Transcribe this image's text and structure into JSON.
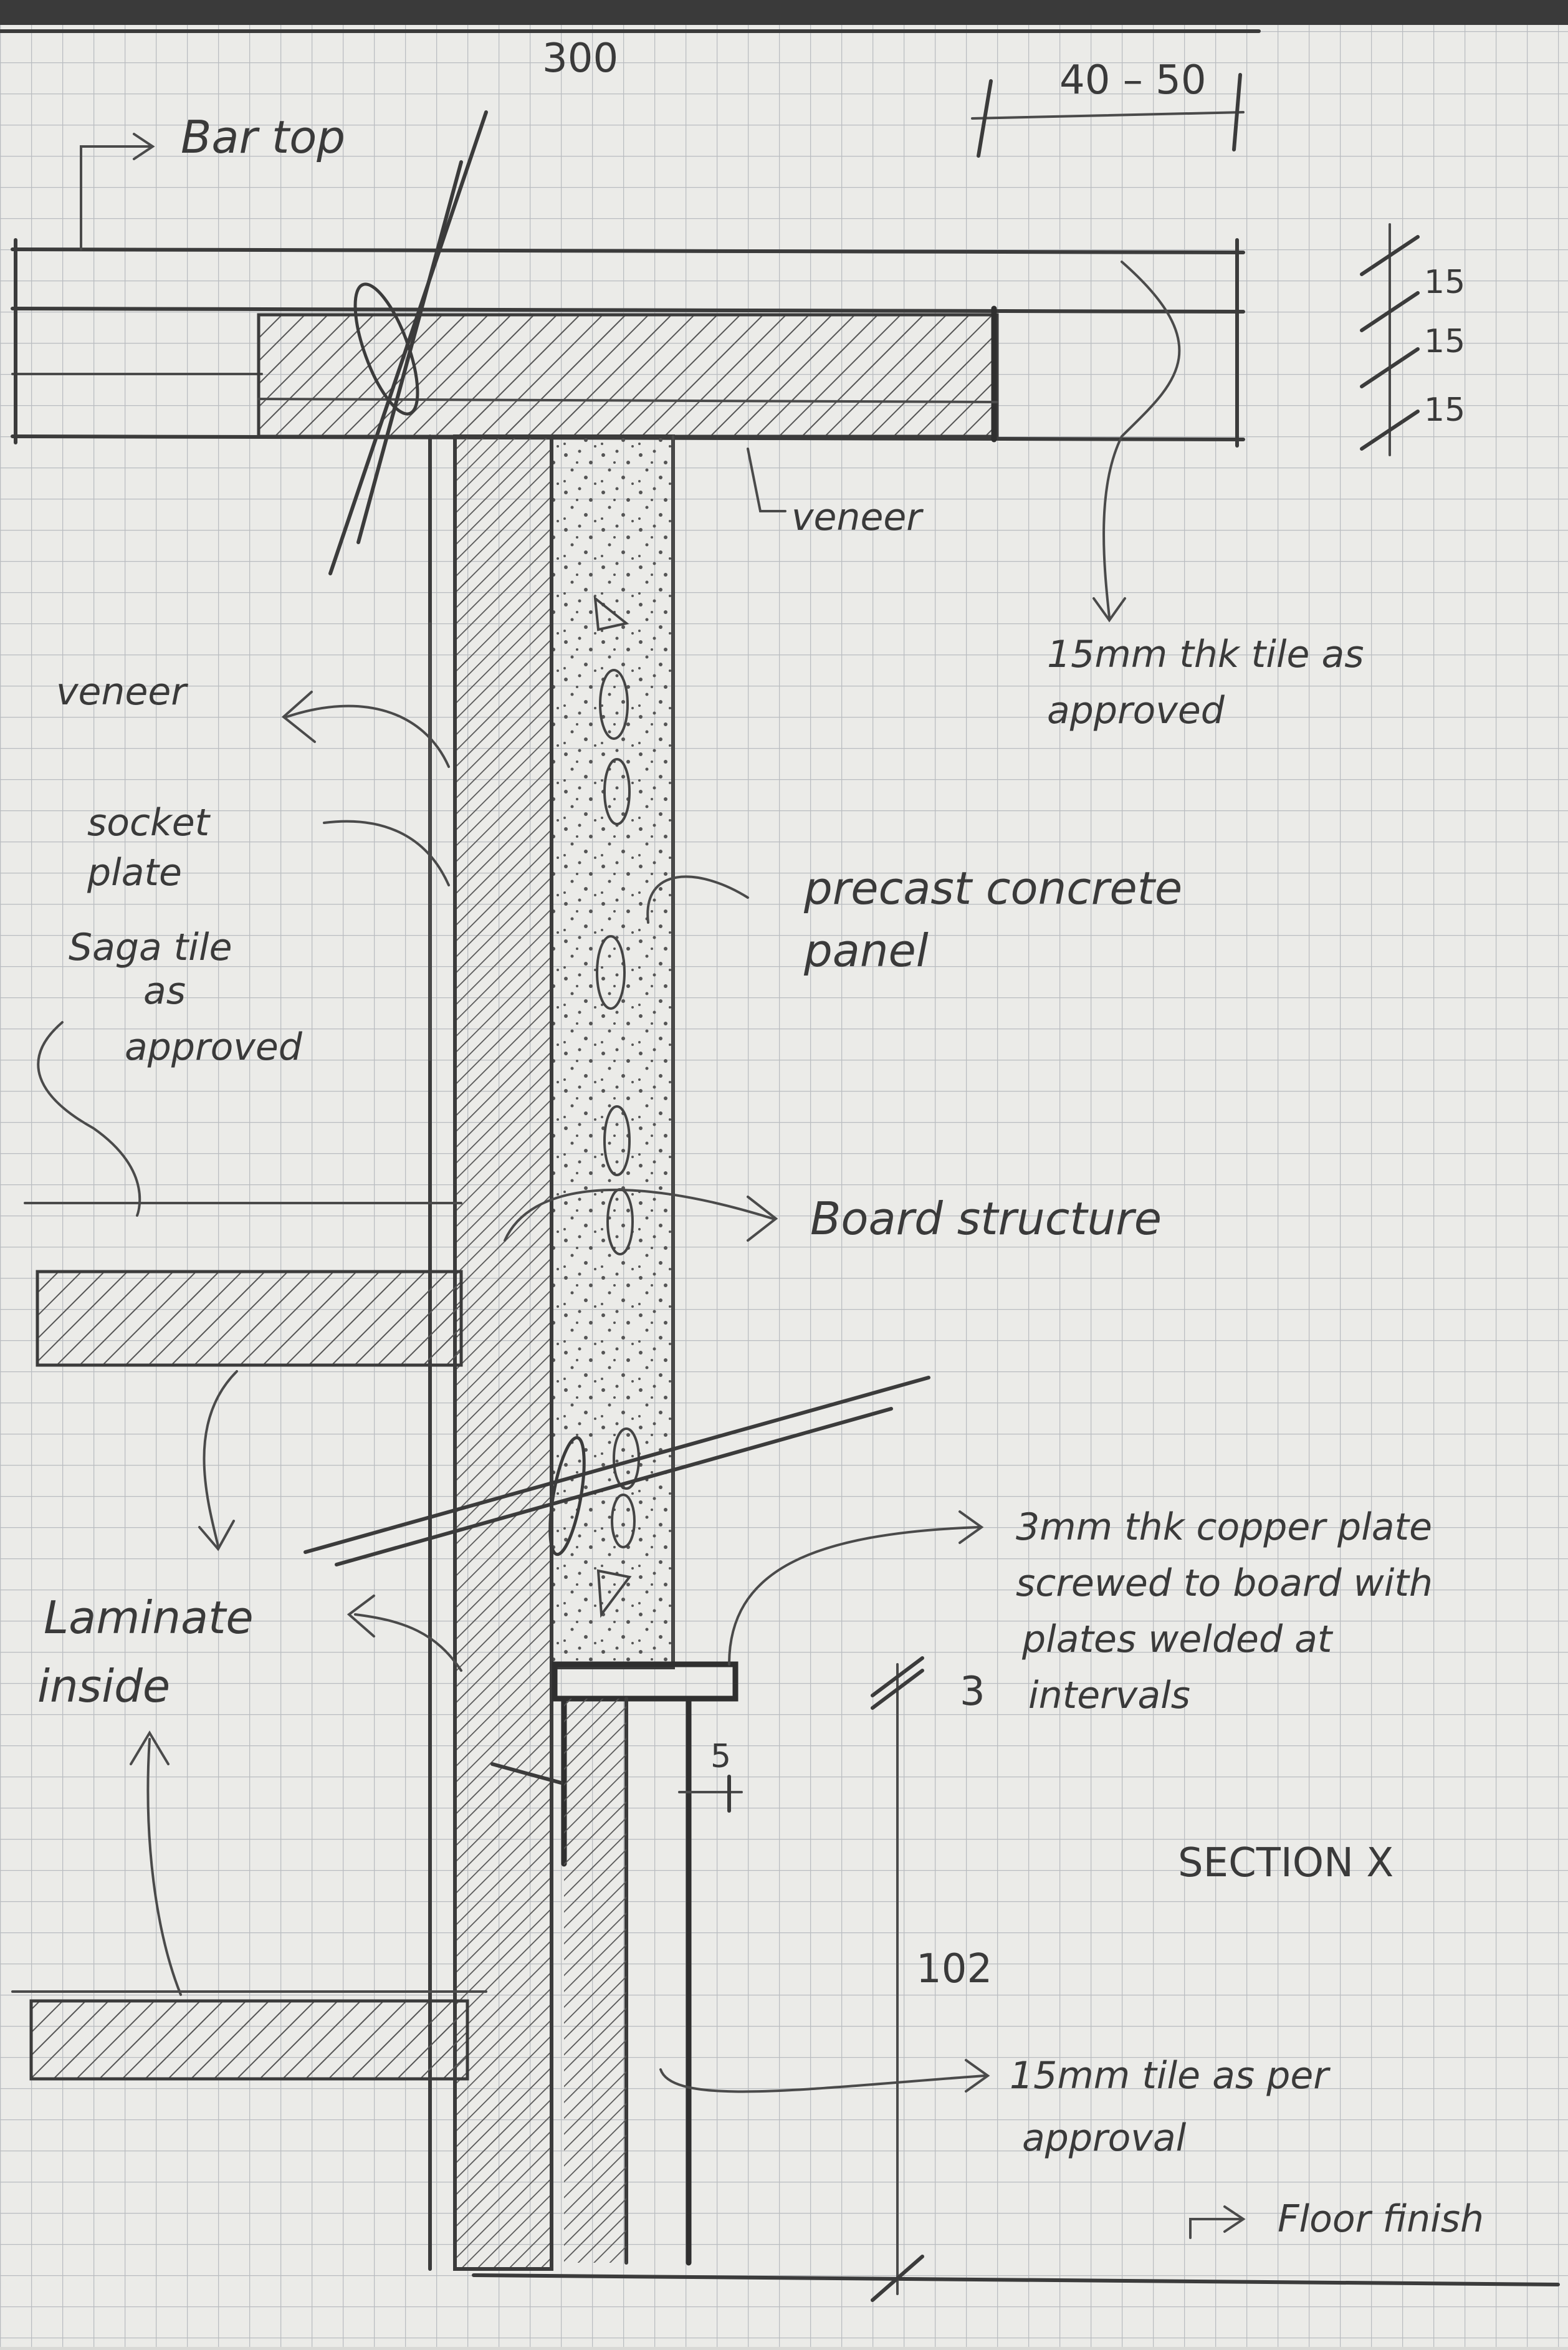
{
  "section_title": "SECTION X",
  "dimensions": {
    "bar_width": "300",
    "overhang": "40 – 50",
    "layer_top": "15",
    "layer_mid": "15",
    "layer_bottom": "15",
    "plate_thickness": "3",
    "tile_thickness": "5",
    "height": "102"
  },
  "labels": {
    "bar_top": "Bar top",
    "veneer_top": "veneer",
    "tile_top_line1": "15mm thk tile as",
    "tile_top_line2": "approved",
    "veneer_left": "veneer",
    "socket_line1": "socket",
    "socket_line2": "plate",
    "saga_line1": "Saga tile",
    "saga_line2": "as",
    "saga_line3": "approved",
    "precast_line1": "precast concrete",
    "precast_line2": "panel",
    "board": "Board structure",
    "copper_line1": "3mm thk copper plate",
    "copper_line2": "screwed to board with",
    "copper_line3": "plates welded at",
    "copper_line4": "intervals",
    "laminate_line1": "Laminate",
    "laminate_line2": "inside",
    "tile_bottom_line1": "15mm tile as per",
    "tile_bottom_line2": "approval",
    "floor": "Floor finish"
  },
  "colors": {
    "paper": "#ebebe8",
    "grid": "#b9bcc0",
    "ink": "#3b3b3b"
  }
}
